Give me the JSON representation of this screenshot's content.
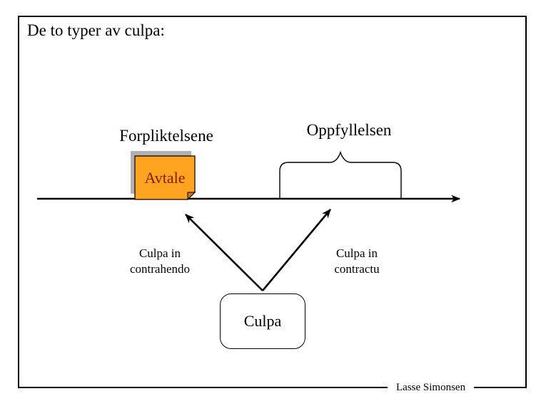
{
  "slide": {
    "title": "De to typer av culpa:",
    "footer_author": "Lasse Simonsen"
  },
  "diagram": {
    "obligations_label": "Forpliktelsene",
    "performance_label": "Oppfyllelsen",
    "avtale_note_label": "Avtale",
    "culpa_in_contrahendo": {
      "line1": "Culpa in",
      "line2": "contrahendo"
    },
    "culpa_in_contractu": {
      "line1": "Culpa in",
      "line2": "contractu"
    },
    "culpa_box_label": "Culpa"
  },
  "colors": {
    "note_fill": "#FFA321",
    "note_fold_fill": "#C87818",
    "note_text_color": "#802000",
    "shadow_fill": "#B0B0B0",
    "line_color": "#000000"
  }
}
